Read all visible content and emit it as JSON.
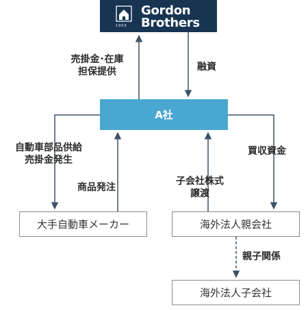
{
  "logo": {
    "line1": "Gordon",
    "line2": "Brothers",
    "year": "1903"
  },
  "nodes": {
    "company_a": "A社",
    "automaker": "大手自動車メーカー",
    "overseas_parent": "海外法人親会社",
    "overseas_subsidiary": "海外法人子会社"
  },
  "labels": {
    "receivables_inventory": [
      "売掛金･在庫",
      "担保提供"
    ],
    "financing": "融資",
    "parts_supply": [
      "自動車部品供給",
      "売掛金発生"
    ],
    "product_order": "商品発注",
    "stock_transfer": [
      "子会社株式",
      "譲渡"
    ],
    "acquisition_funds": "買収資金",
    "parent_child": "親子関係"
  },
  "colors": {
    "navy": "#173552",
    "company_blue": "#4aa7d1",
    "arrow": "#3b5166",
    "box_border": "#8a8a8a"
  }
}
